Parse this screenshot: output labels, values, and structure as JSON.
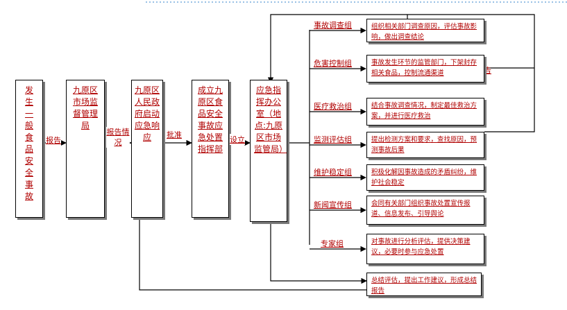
{
  "colors": {
    "text": "#b00000",
    "line": "#000000",
    "shadow": "#7a7a7a",
    "top_rule": "#5b9bd5"
  },
  "nodes": {
    "incident": "发生一般食品安全事故",
    "market_bureau": "九原区市场监督管理局",
    "gov_response": "九原区人民政府启动应急响应",
    "hq": "成立九原区食品安全事故应急处置指挥部",
    "office": "应急指挥办公室（地点:九原区市场监管局）"
  },
  "edge_labels": {
    "report": "报告",
    "report_situation": "报告情况",
    "approve": "批准",
    "establish": "设立",
    "report_back": "报告"
  },
  "groups": [
    {
      "name": "事故调查组",
      "task": "组织相关部门调查原因，评估事故影响，做出调查结论"
    },
    {
      "name": "危害控制组",
      "task": "事故发生环节的监管部门，下架封存相关食品，控制流通渠道"
    },
    {
      "name": "医疗救治组",
      "task": "结合事故调查情况，制定最佳救治方案，并进行医疗救治"
    },
    {
      "name": "监测评估组",
      "task": "提出检测方案和要求，查找原因，预测事故后果"
    },
    {
      "name": "维护稳定组",
      "task": "积极化解因事故造成的矛盾纠纷，维护社会稳定"
    },
    {
      "name": "新闻宣传组",
      "task": "会同有关部门组织事故处置宣传报道、信息发布、引导舆论"
    },
    {
      "name": "专家组",
      "task": "对事故进行分析评估，提供决策建议，必要时参与应急处置"
    }
  ],
  "summary": "总结评估，提出工作建议，形成总结报告"
}
